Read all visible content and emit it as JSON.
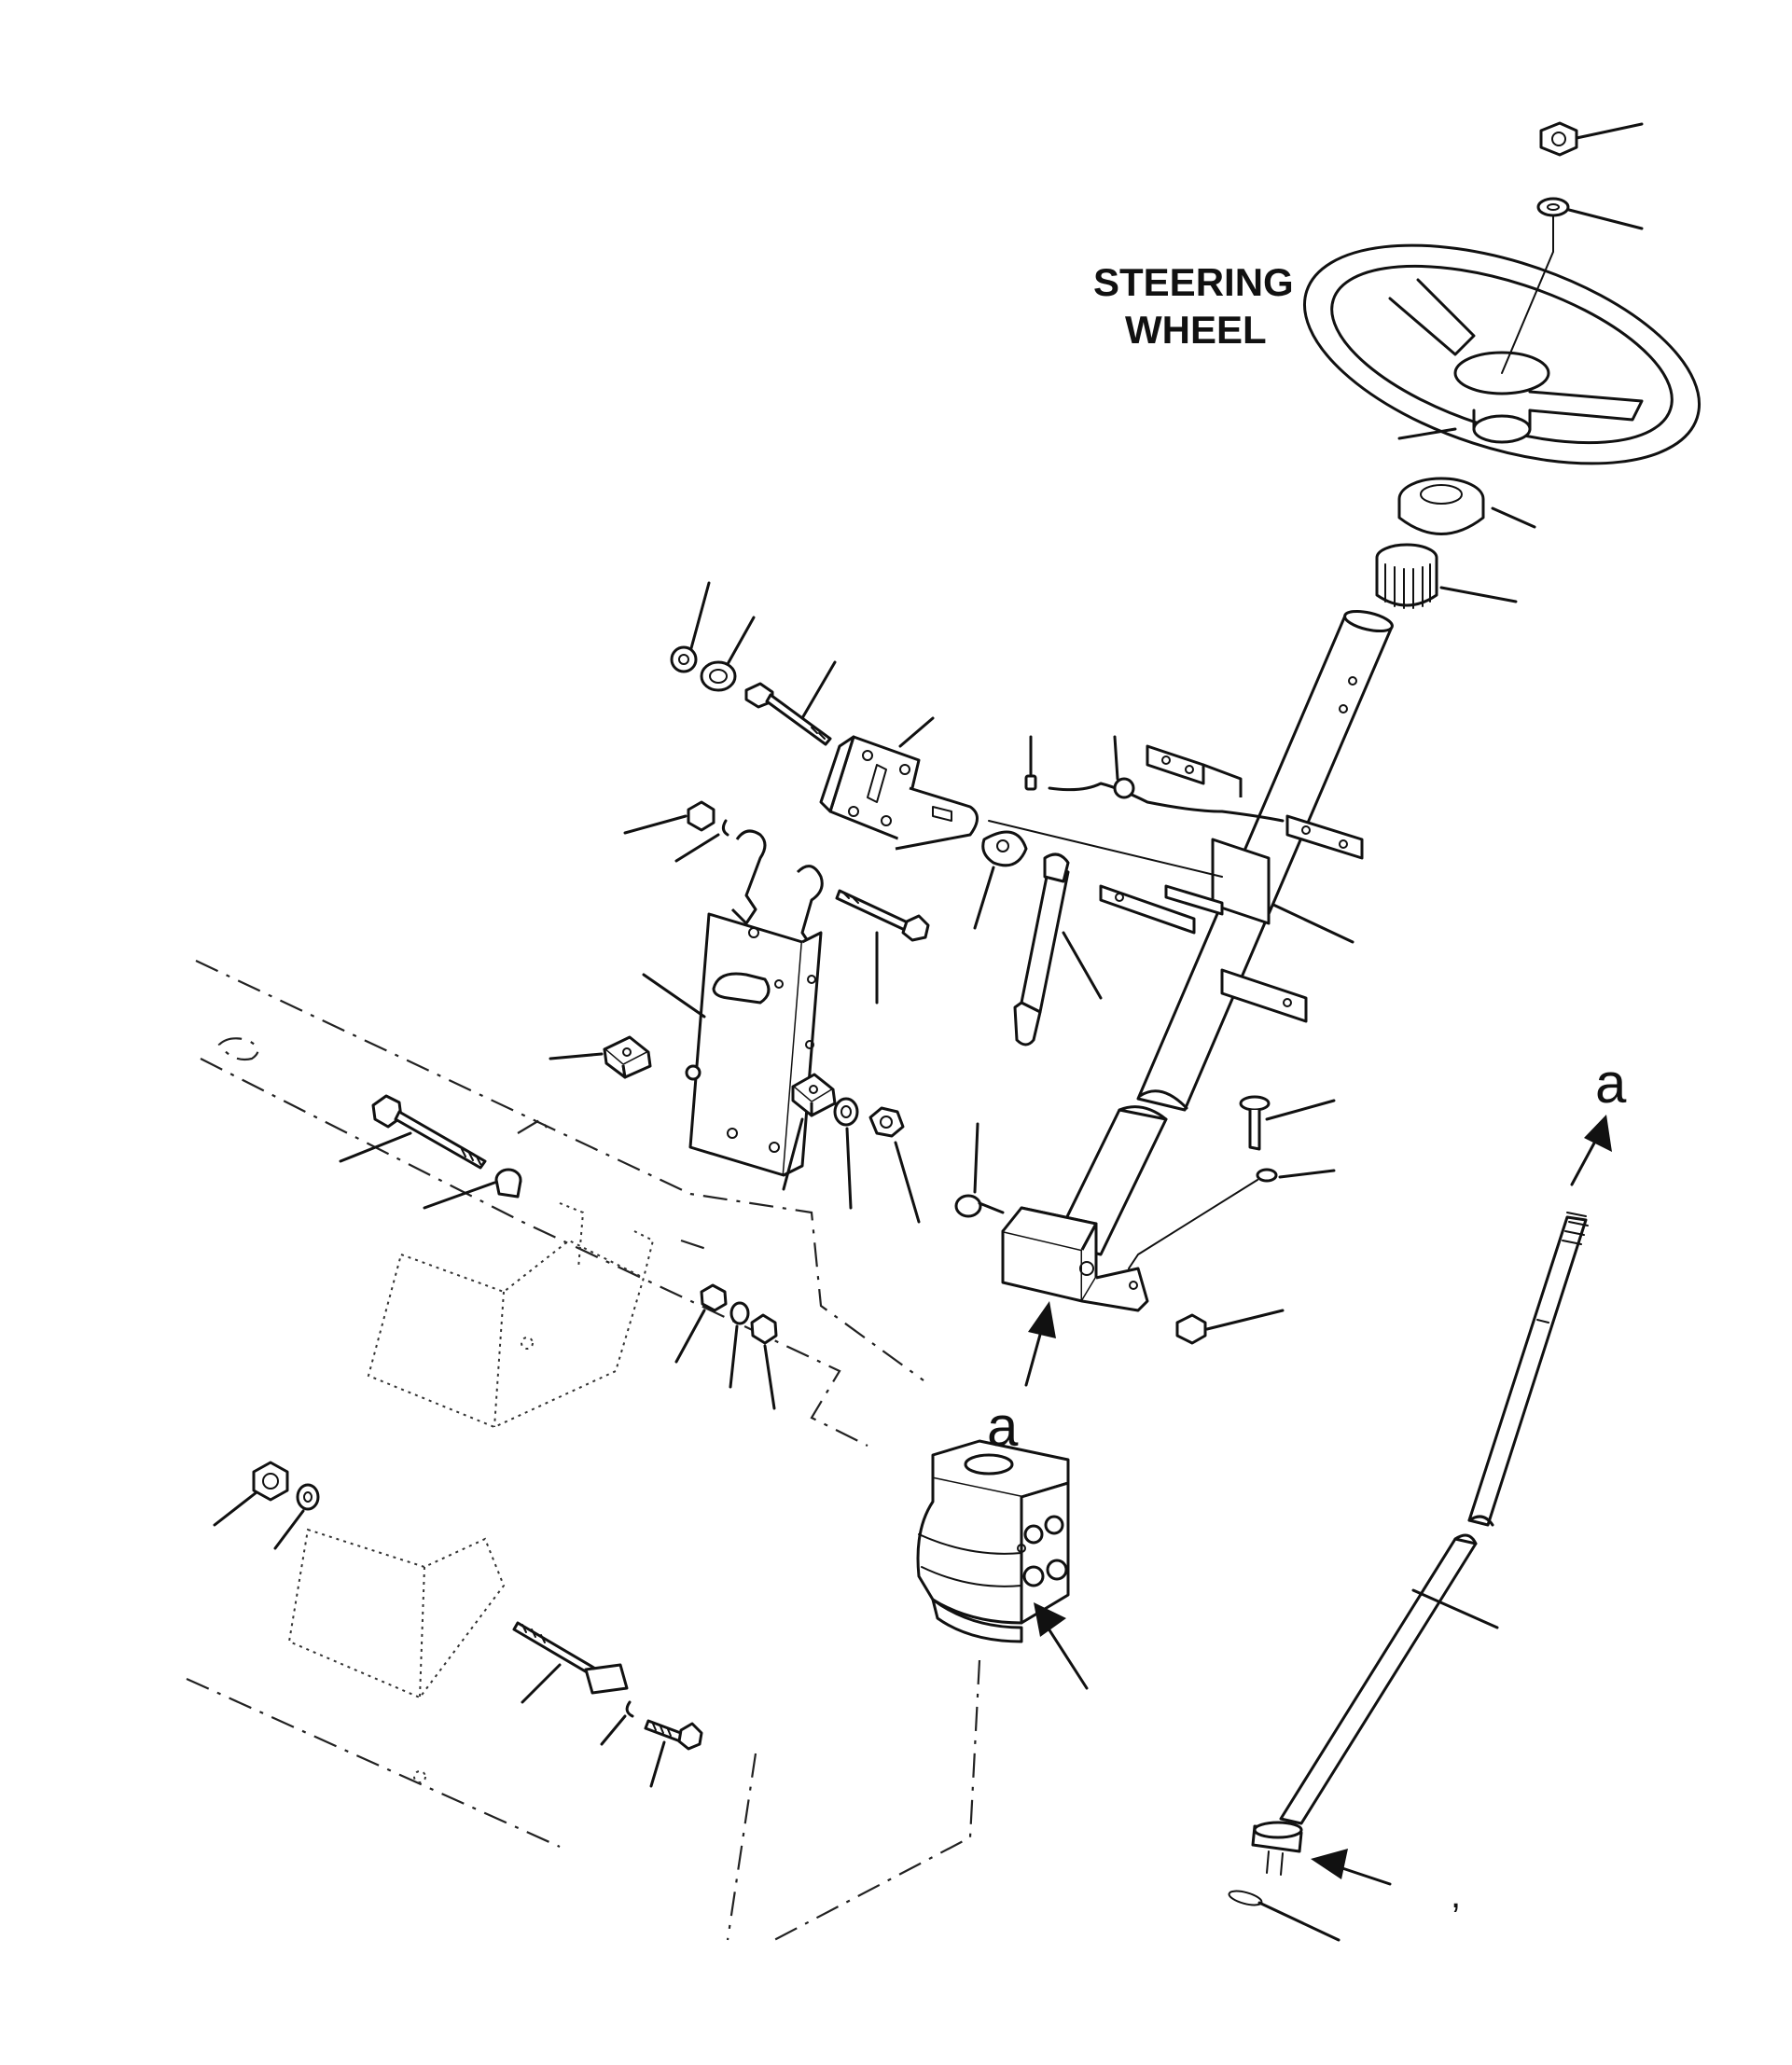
{
  "labels": {
    "steering_wheel_line1": "STEERING",
    "steering_wheel_line2": "WHEEL",
    "ref_a_top": "a",
    "ref_a_mid": "a",
    "stray_mark": ","
  },
  "colors": {
    "ink": "#111111",
    "paper": "#ffffff"
  }
}
